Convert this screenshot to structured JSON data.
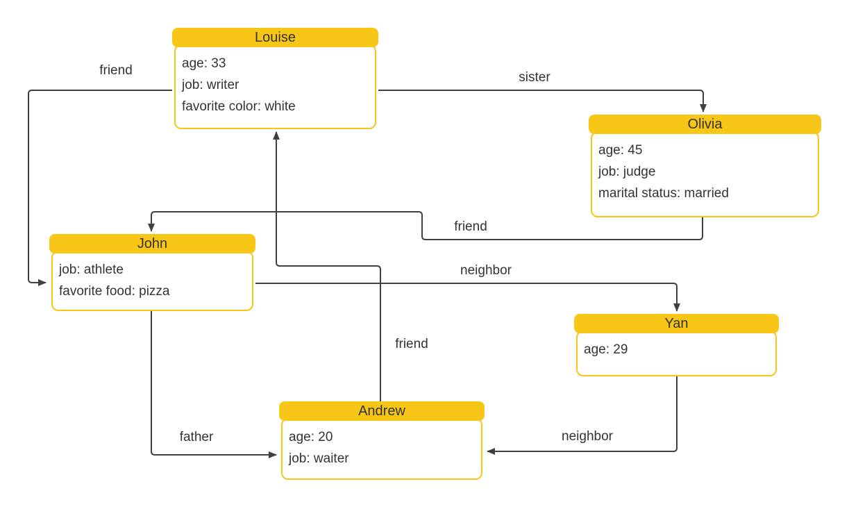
{
  "colors": {
    "node_header_fill": "#F8C617",
    "node_border": "#F8C617",
    "node_body_fill": "#ffffff",
    "edge_line": "#404040",
    "text": "#333333",
    "background": "#ffffff"
  },
  "nodes": [
    {
      "id": "louise",
      "name": "Louise",
      "attributes": [
        "age: 33",
        "job: writer",
        "favorite color: white"
      ]
    },
    {
      "id": "olivia",
      "name": "Olivia",
      "attributes": [
        "age: 45",
        "job: judge",
        "marital status: married"
      ]
    },
    {
      "id": "john",
      "name": "John",
      "attributes": [
        "job: athlete",
        "favorite food: pizza"
      ]
    },
    {
      "id": "yan",
      "name": "Yan",
      "attributes": [
        "age: 29"
      ]
    },
    {
      "id": "andrew",
      "name": "Andrew",
      "attributes": [
        "age: 20",
        "job: waiter"
      ]
    }
  ],
  "edges": [
    {
      "label": "friend",
      "from": "Louise",
      "to": "John"
    },
    {
      "label": "sister",
      "from": "Louise",
      "to": "Olivia"
    },
    {
      "label": "friend",
      "from": "Olivia",
      "to": "John"
    },
    {
      "label": "neighbor",
      "from": "John",
      "to": "Yan"
    },
    {
      "label": "friend",
      "from": "Andrew",
      "to": "Louise"
    },
    {
      "label": "father",
      "from": "John",
      "to": "Andrew"
    },
    {
      "label": "neighbor",
      "from": "Yan",
      "to": "Andrew"
    }
  ]
}
